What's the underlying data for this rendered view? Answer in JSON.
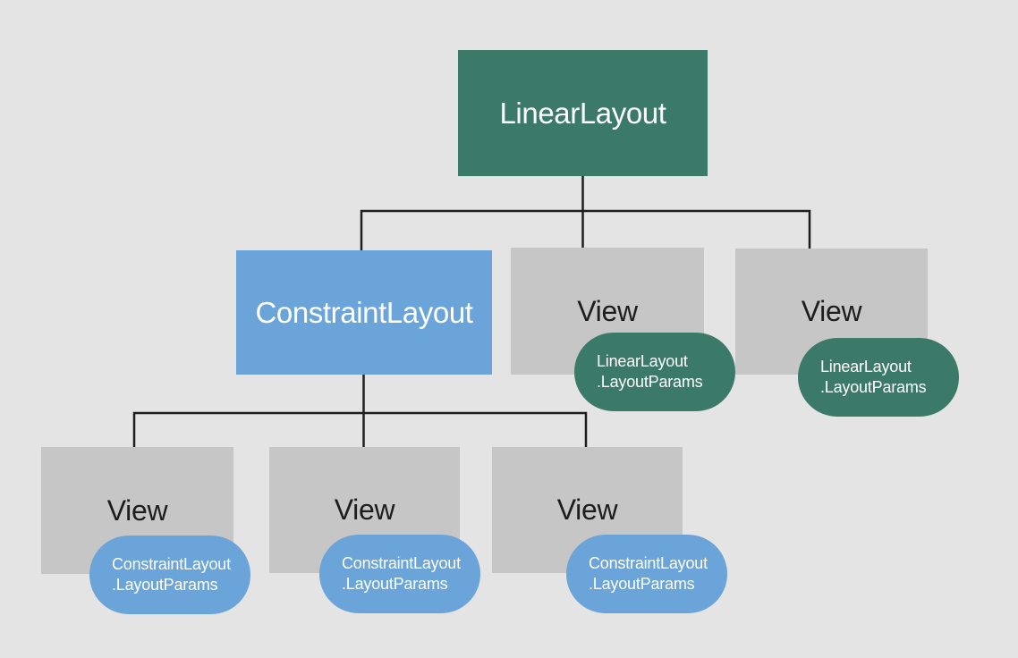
{
  "diagram": {
    "type": "tree",
    "nodes": {
      "linear_layout": {
        "label": "LinearLayout",
        "kind": "layout",
        "color": "#3b7a68"
      },
      "constraint_layout": {
        "label": "ConstraintLayout",
        "kind": "layout",
        "color": "#6ba4d9"
      },
      "view_top_middle": {
        "label": "View",
        "kind": "view",
        "color": "#c6c6c6"
      },
      "view_top_right": {
        "label": "View",
        "kind": "view",
        "color": "#c6c6c6"
      },
      "view_bottom_left": {
        "label": "View",
        "kind": "view",
        "color": "#c6c6c6"
      },
      "view_bottom_middle": {
        "label": "View",
        "kind": "view",
        "color": "#c6c6c6"
      },
      "view_bottom_right": {
        "label": "View",
        "kind": "view",
        "color": "#c6c6c6"
      }
    },
    "badges": {
      "linear_layout_params": {
        "line1": "LinearLayout",
        "line2": ".LayoutParams",
        "color": "#3b7a68"
      },
      "constraint_layout_params": {
        "line1": "ConstraintLayout",
        "line2": ".LayoutParams",
        "color": "#6ba4d9"
      }
    },
    "edges": [
      {
        "from": "linear_layout",
        "to": "constraint_layout"
      },
      {
        "from": "linear_layout",
        "to": "view_top_middle"
      },
      {
        "from": "linear_layout",
        "to": "view_top_right"
      },
      {
        "from": "constraint_layout",
        "to": "view_bottom_left"
      },
      {
        "from": "constraint_layout",
        "to": "view_bottom_middle"
      },
      {
        "from": "constraint_layout",
        "to": "view_bottom_right"
      }
    ],
    "colors": {
      "background": "#e4e4e4",
      "connector": "#1e1e1e",
      "green": "#3b7a68",
      "blue": "#6ba4d9",
      "gray": "#c6c6c6",
      "text_light": "#ffffff",
      "text_dark": "#1d1d1d"
    }
  }
}
